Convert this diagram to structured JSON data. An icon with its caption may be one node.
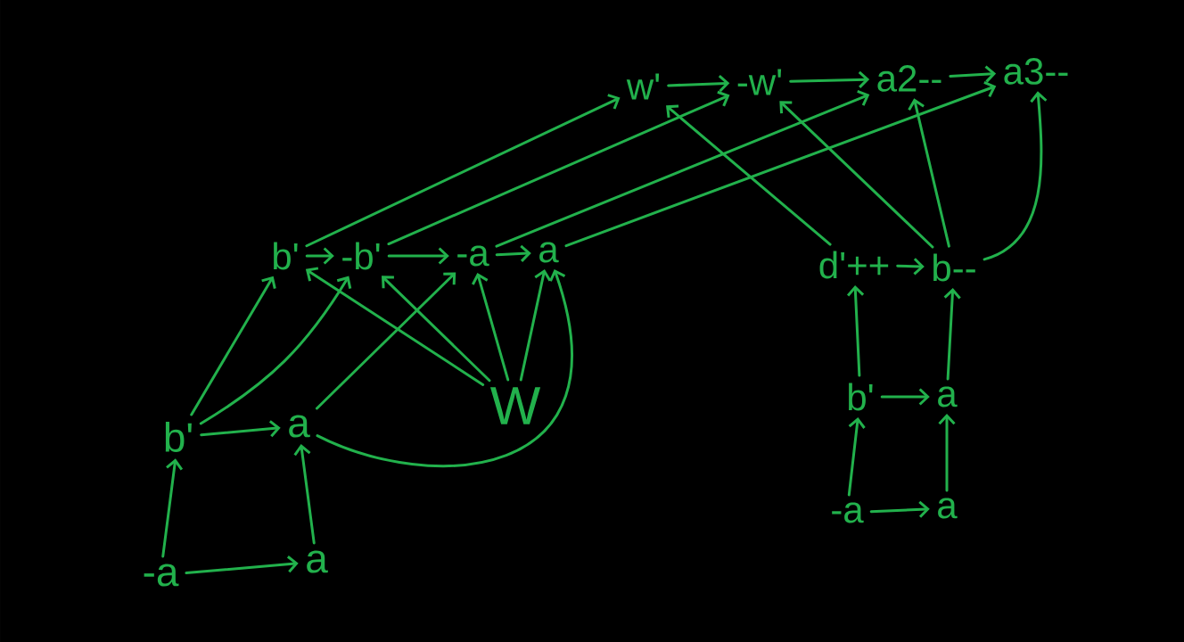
{
  "diagram": {
    "nodes": [
      {
        "text": [
          "w'"
        ]
      },
      {
        "text": [
          "-w'"
        ]
      },
      {
        "text": [
          "a2--"
        ]
      },
      {
        "text": [
          "a3--"
        ]
      },
      {
        "text": [
          "b'"
        ]
      },
      {
        "text": [
          "-b'"
        ]
      },
      {
        "text": [
          "-a"
        ]
      },
      {
        "text": [
          "a"
        ]
      },
      {
        "text": [
          "d'++"
        ]
      },
      {
        "text": [
          "b--"
        ]
      },
      {
        "text": [
          "b'"
        ]
      },
      {
        "text": [
          "a"
        ]
      },
      {
        "text": [
          "W"
        ]
      },
      {
        "text": [
          "b'"
        ]
      },
      {
        "text": [
          "a"
        ]
      },
      {
        "text": [
          "-a"
        ]
      },
      {
        "text": [
          "a"
        ]
      },
      {
        "text": [
          "-a"
        ]
      },
      {
        "text": [
          "a"
        ]
      }
    ],
    "edges": [
      {
        "from": 0,
        "to": 1,
        "arrow": "to"
      },
      {
        "from": 1,
        "to": 2,
        "arrow": "to"
      },
      {
        "from": 2,
        "to": 3,
        "arrow": "to"
      },
      {
        "from": 4,
        "to": 5,
        "arrow": "to"
      },
      {
        "from": 5,
        "to": 6,
        "arrow": "to"
      },
      {
        "from": 6,
        "to": 7,
        "arrow": "to"
      },
      {
        "from": 4,
        "to": 0,
        "arrow": "to"
      },
      {
        "from": 5,
        "to": 1,
        "arrow": "to"
      },
      {
        "from": 6,
        "to": 2,
        "arrow": "to"
      },
      {
        "from": 7,
        "to": 3,
        "arrow": "to"
      },
      {
        "from": 8,
        "to": 9,
        "arrow": "to"
      },
      {
        "from": 8,
        "to": 0,
        "arrow": "to"
      },
      {
        "from": 9,
        "to": 1,
        "arrow": "to"
      },
      {
        "from": 9,
        "to": 2,
        "arrow": "to"
      },
      {
        "from": 9,
        "to": 3,
        "arrow": "to"
      },
      {
        "from": 10,
        "to": 4,
        "arrow": "to"
      },
      {
        "from": 10,
        "to": 5,
        "arrow": "to"
      },
      {
        "from": 10,
        "to": 11,
        "arrow": "to"
      },
      {
        "from": 11,
        "to": 6,
        "arrow": "to"
      },
      {
        "from": 11,
        "to": 7,
        "arrow": "to"
      },
      {
        "from": 12,
        "to": 4,
        "arrow": "to"
      },
      {
        "from": 12,
        "to": 5,
        "arrow": "to"
      },
      {
        "from": 12,
        "to": 6,
        "arrow": "to"
      },
      {
        "from": 12,
        "to": 7,
        "arrow": "to"
      },
      {
        "from": 13,
        "to": 8,
        "arrow": "to"
      },
      {
        "from": 13,
        "to": 14,
        "arrow": "to"
      },
      {
        "from": 14,
        "to": 9,
        "arrow": "to"
      },
      {
        "from": 15,
        "to": 10,
        "arrow": "to"
      },
      {
        "from": 15,
        "to": 16,
        "arrow": "to"
      },
      {
        "from": 16,
        "to": 11,
        "arrow": "to"
      },
      {
        "from": 17,
        "to": 13,
        "arrow": "to"
      },
      {
        "from": 17,
        "to": 18,
        "arrow": "to"
      },
      {
        "from": 18,
        "to": 14,
        "arrow": "to"
      }
    ]
  }
}
